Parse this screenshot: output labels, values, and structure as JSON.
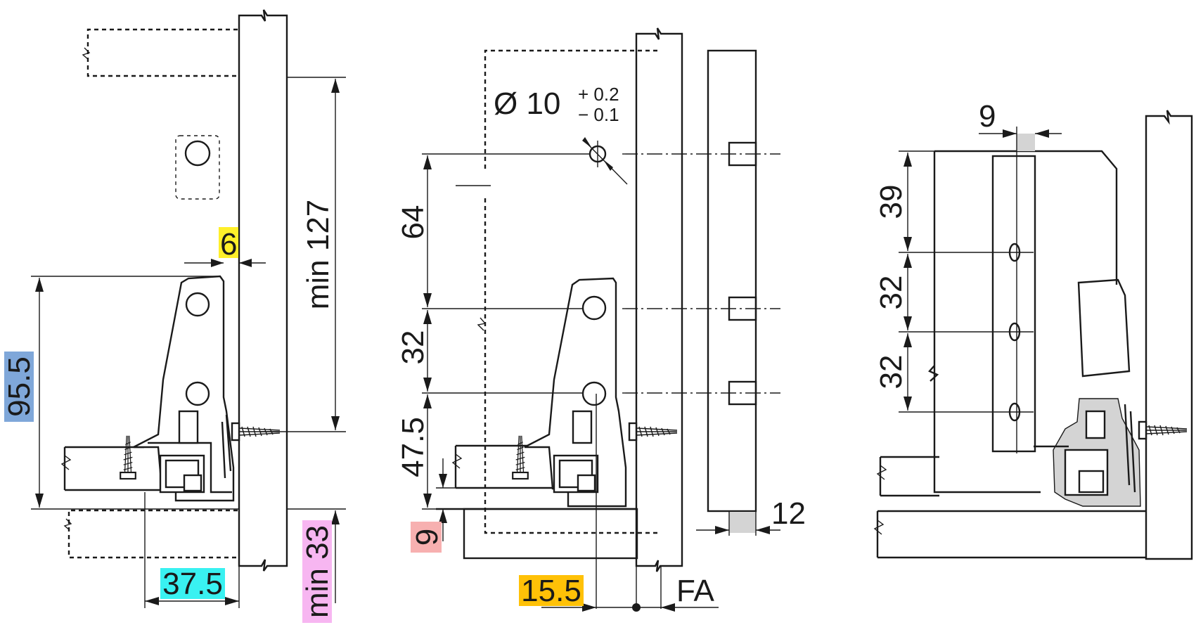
{
  "colors": {
    "highlight_yellow": "#ffef2a",
    "highlight_blue": "#7fa7d9",
    "highlight_cyan": "#39f1f1",
    "highlight_pink": "#f7b6f1",
    "highlight_orange": "#ffc107",
    "highlight_salmon": "#f7b0b0",
    "fill_grey": "#d4d4d4",
    "line": "#1a1a1a"
  },
  "dims": {
    "d6": "6",
    "d95_5": "95.5",
    "d37_5": "37.5",
    "min127": "min 127",
    "min33": "min 33",
    "dia10": "Ø 10",
    "tol_plus": "+ 0.2",
    "tol_minus": "− 0.1",
    "d64": "64",
    "d32a": "32",
    "d47_5": "47.5",
    "d9a": "9",
    "d15_5": "15.5",
    "fa": "FA",
    "d12": "12",
    "d9b": "9",
    "d39": "39",
    "d32b": "32",
    "d32c": "32"
  }
}
